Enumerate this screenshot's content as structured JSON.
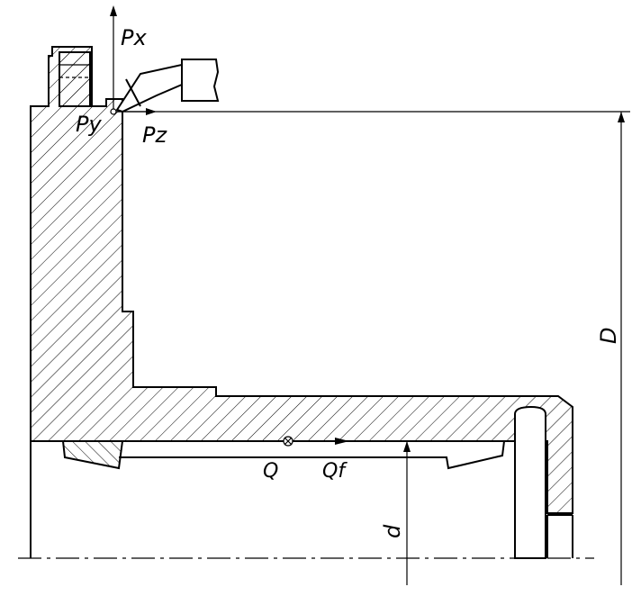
{
  "labels": {
    "px": "Px",
    "py": "Py",
    "pz": "Pz",
    "q": "Q",
    "qf": "Qf",
    "d_outer": "D",
    "d_inner": "d"
  },
  "colors": {
    "line": "#000000",
    "background": "#ffffff"
  }
}
